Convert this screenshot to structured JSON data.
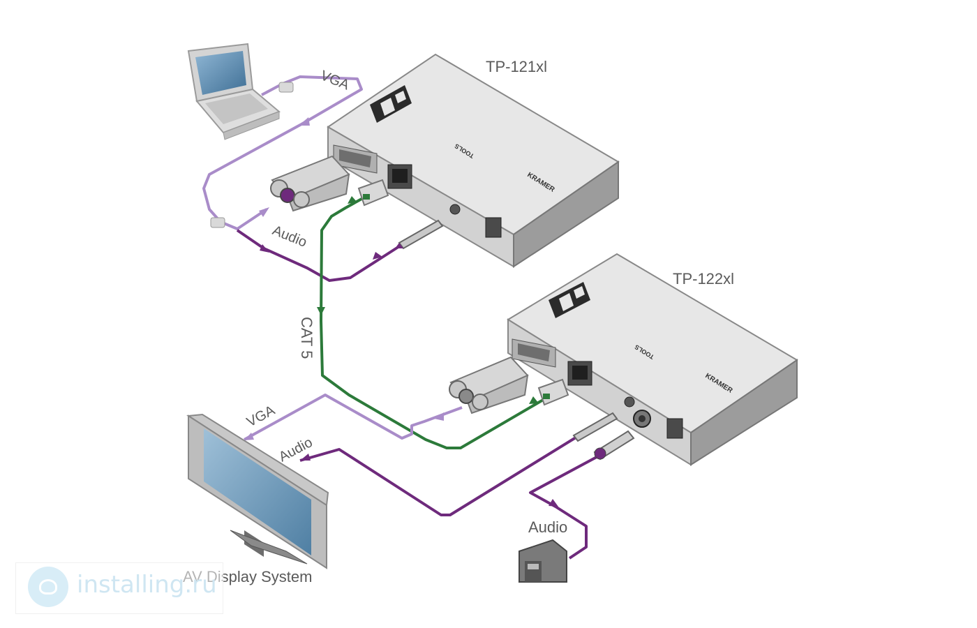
{
  "devices": {
    "transmitter": {
      "model": "TP-121xl"
    },
    "receiver": {
      "model": "TP-122xl"
    }
  },
  "cables": {
    "vga_in": "VGA",
    "audio_in": "Audio",
    "cat5": "CAT 5",
    "vga_out": "VGA",
    "audio_out": "Audio",
    "audio_secondary": "Audio"
  },
  "endpoints": {
    "display": "AV Display System"
  },
  "watermark": {
    "text": "installing.ru"
  },
  "colors": {
    "vga": "#a98cc9",
    "audio": "#6e2a7c",
    "cat5": "#2c7a3a",
    "device": "#e6e6e6"
  }
}
